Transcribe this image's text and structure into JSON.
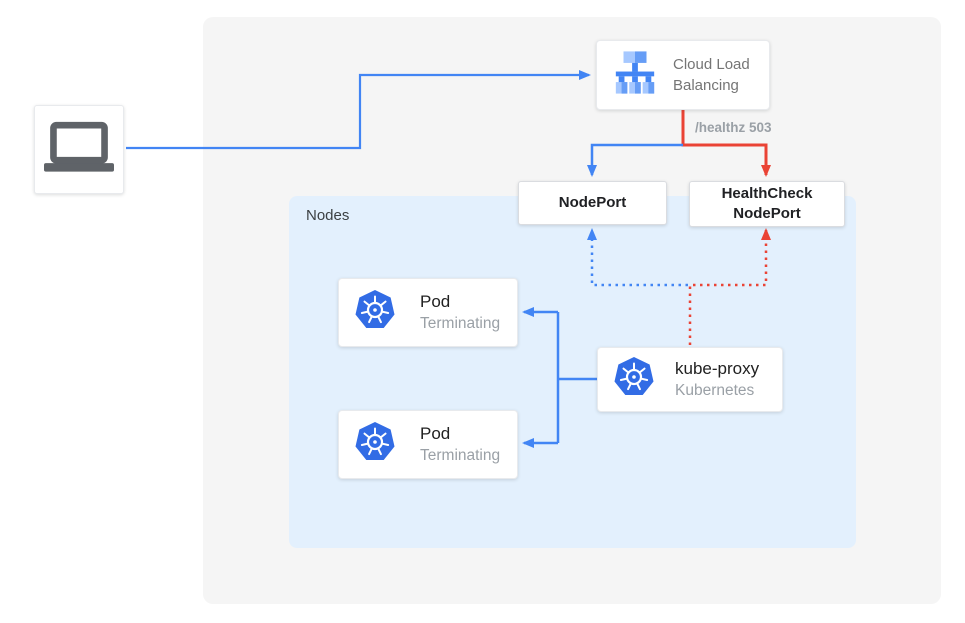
{
  "diagram": {
    "nodes_label": "Nodes",
    "clb": {
      "label": "Cloud Load Balancing"
    },
    "healthz_label": "/healthz 503",
    "nodeport": {
      "label": "NodePort"
    },
    "healthcheck_nodeport": {
      "label": "HealthCheck NodePort"
    },
    "pod1": {
      "title": "Pod",
      "status": "Terminating"
    },
    "pod2": {
      "title": "Pod",
      "status": "Terminating"
    },
    "kube_proxy": {
      "title": "kube-proxy",
      "subtitle": "Kubernetes"
    }
  },
  "colors": {
    "traffic_blue": "#4285F4",
    "error_red": "#EA4335",
    "kubernetes_blue": "#326CE5",
    "nodes_background": "#E3F0FD",
    "panel_background": "#F5F5F5",
    "text_primary": "#212121",
    "text_secondary": "#9AA0A6",
    "clb_text_gray": "#757575",
    "laptop_gray": "#5F6368"
  },
  "icons": {
    "laptop": "laptop-icon",
    "load_balancer": "load-balancer-icon",
    "kubernetes": "kubernetes-icon"
  }
}
